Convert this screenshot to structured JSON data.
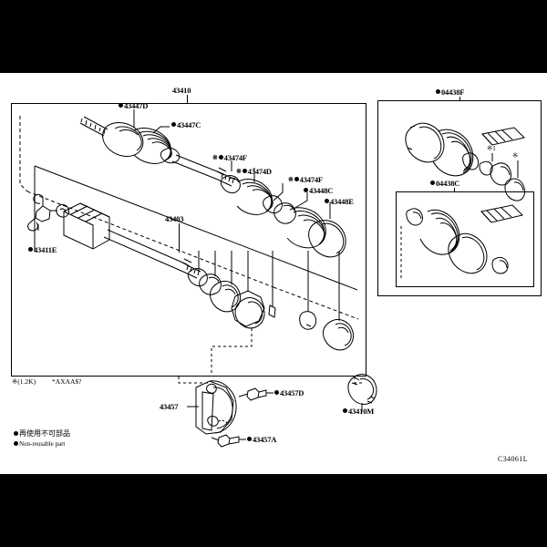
{
  "diagram": {
    "reference_code": "C34061L",
    "figure_note_left": "※(1.2K)",
    "figure_note_right": "*AXAA$?",
    "main_assembly_label": "43410",
    "inner_assembly_label": "43403"
  },
  "main_panel": {
    "callouts": [
      {
        "id": "c1",
        "text": "43447D",
        "bullet": true,
        "asterisk": false
      },
      {
        "id": "c2",
        "text": "43447C",
        "bullet": true,
        "asterisk": false
      },
      {
        "id": "c3",
        "text": "43474F",
        "bullet": true,
        "asterisk": true
      },
      {
        "id": "c4",
        "text": "43474D",
        "bullet": true,
        "asterisk": true
      },
      {
        "id": "c5",
        "text": "43474F",
        "bullet": true,
        "asterisk": true
      },
      {
        "id": "c6",
        "text": "43448C",
        "bullet": true,
        "asterisk": false
      },
      {
        "id": "c7",
        "text": "43448E",
        "bullet": true,
        "asterisk": false
      },
      {
        "id": "c8",
        "text": "43411E",
        "bullet": true,
        "asterisk": false
      }
    ]
  },
  "right_panels": {
    "upper": {
      "label": "04438F",
      "bullet": true
    },
    "lower": {
      "label": "04438C",
      "bullet": true
    }
  },
  "bottom_callouts": [
    {
      "id": "b1",
      "text": "43457D",
      "bullet": true
    },
    {
      "id": "b2",
      "text": "43457",
      "bullet": false
    },
    {
      "id": "b3",
      "text": "43457A",
      "bullet": true
    },
    {
      "id": "b4",
      "text": "43410M",
      "bullet": true
    }
  ],
  "legend": {
    "japanese": "再使用不可部品",
    "english": "Non-reusable part",
    "marker": "bullet"
  }
}
